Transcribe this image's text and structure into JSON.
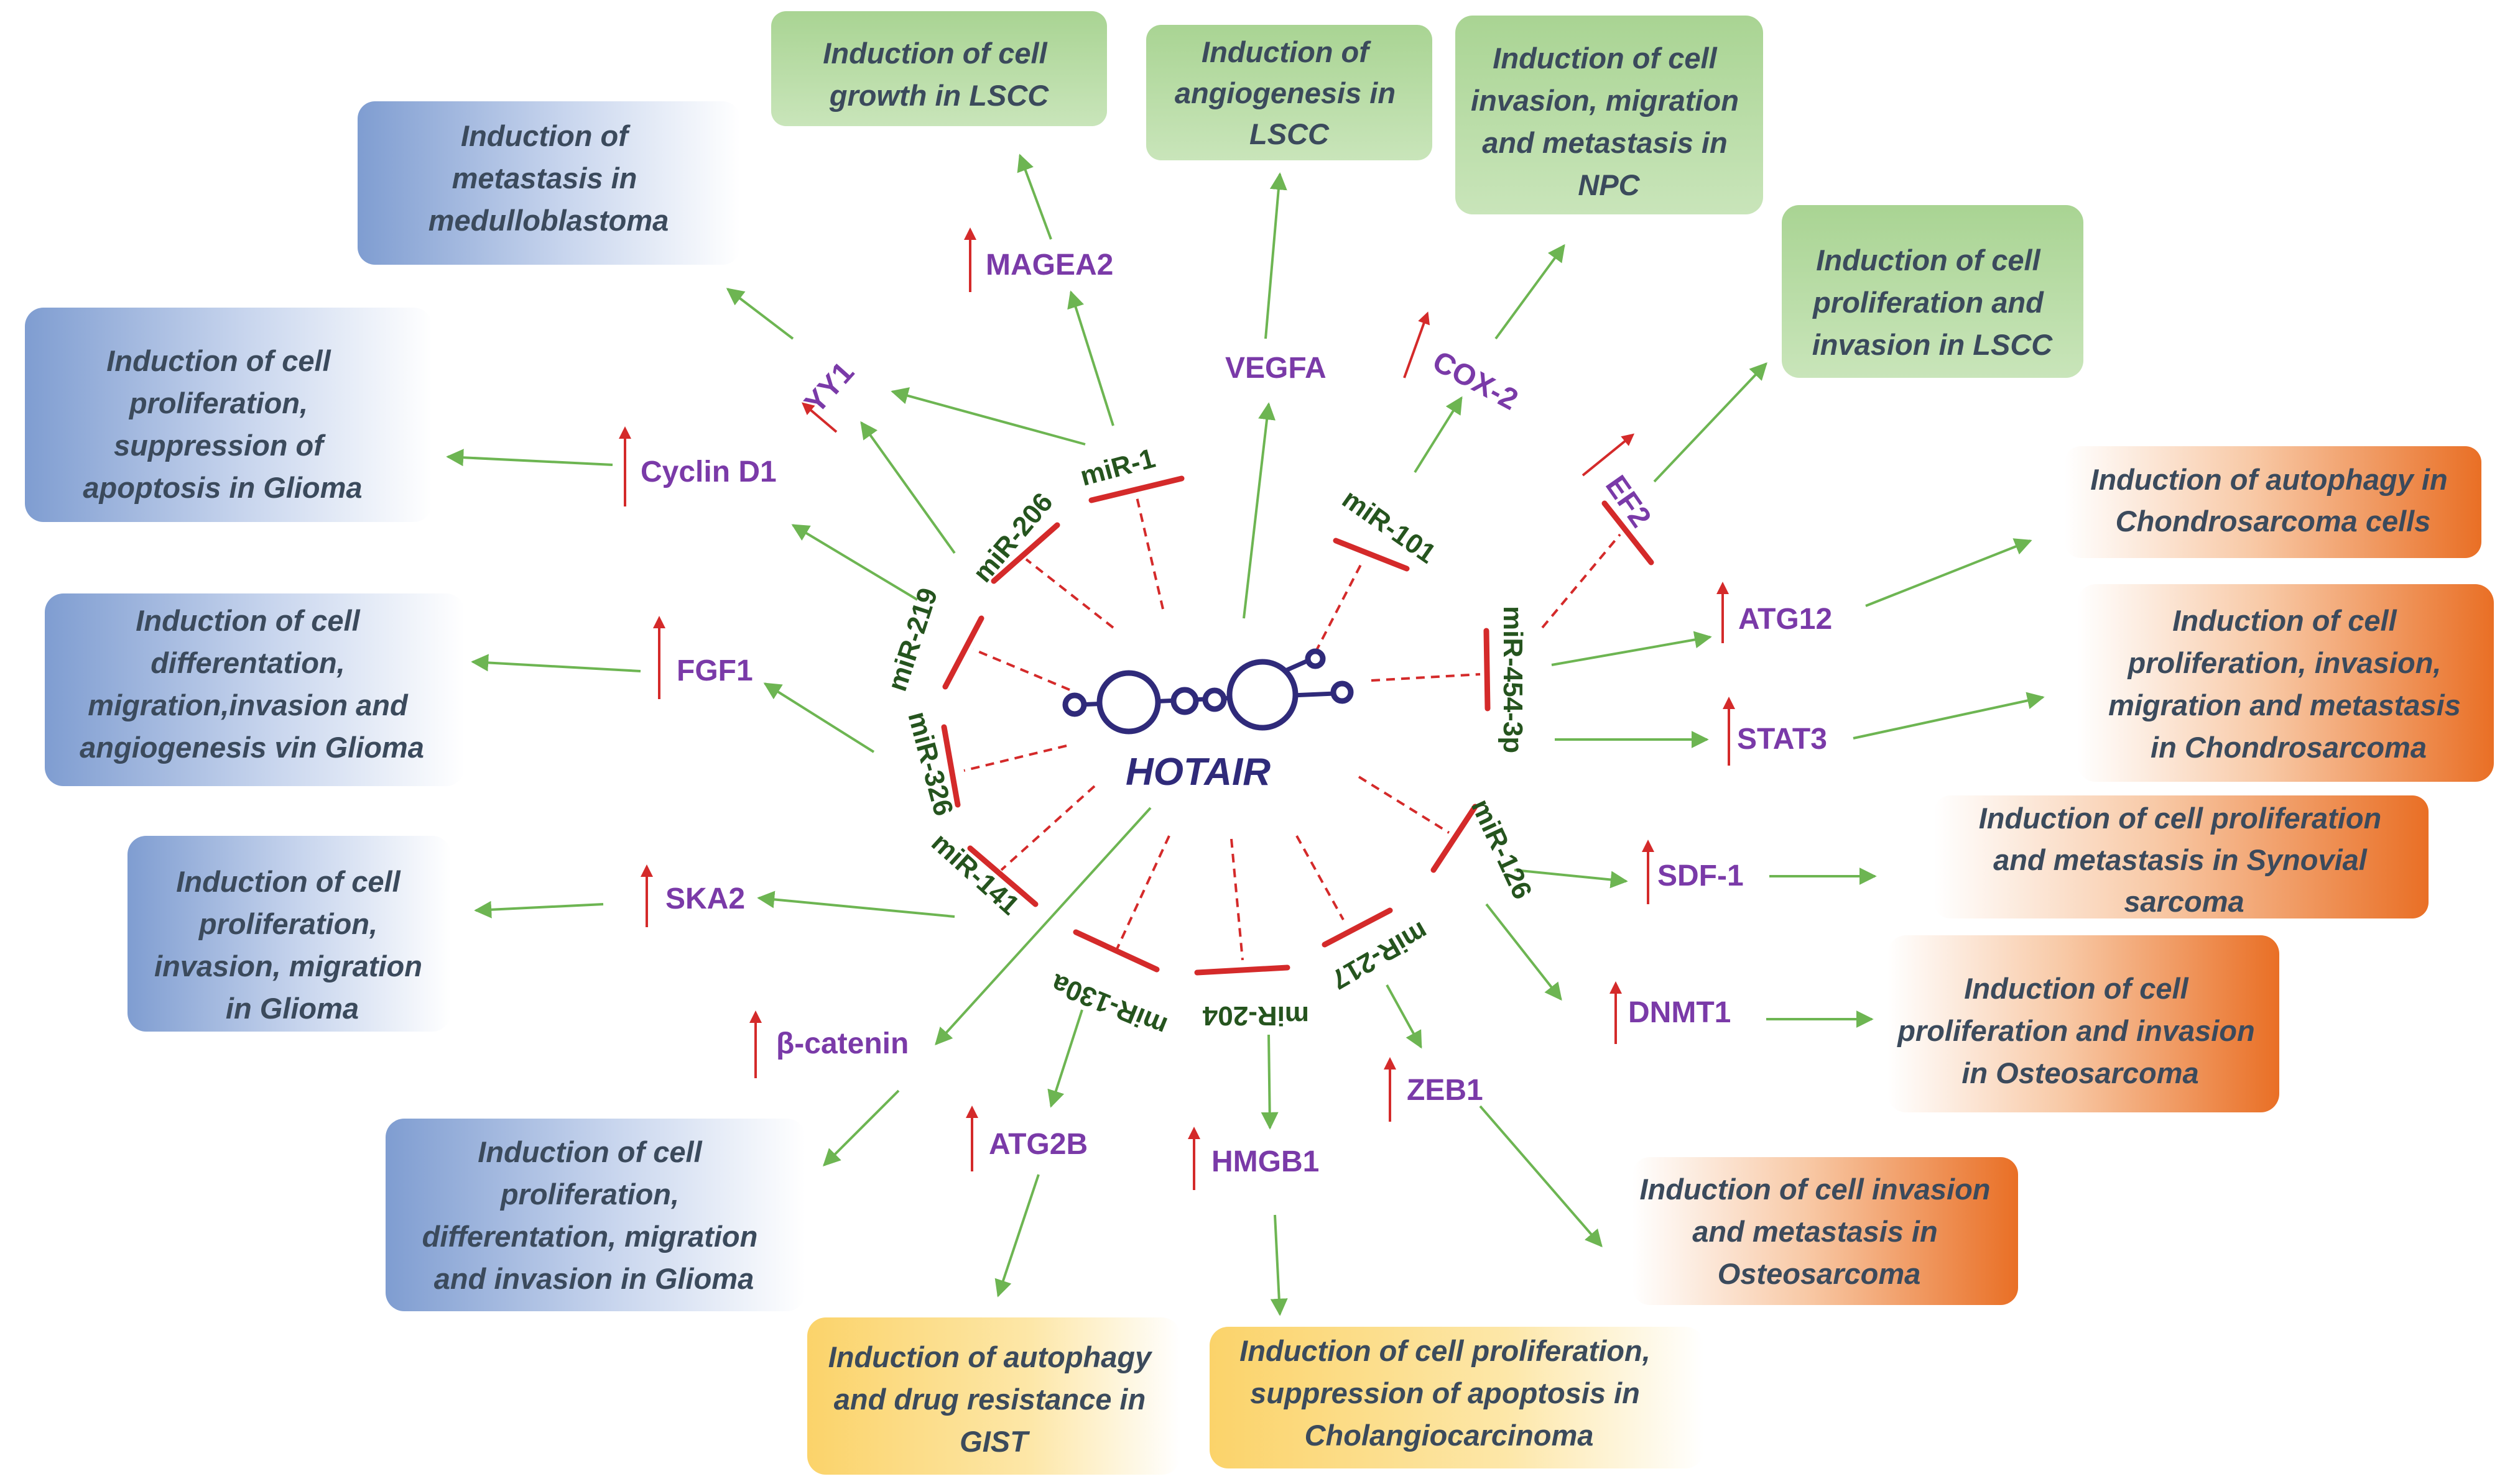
{
  "center": {
    "label": "HOTAIR"
  },
  "boxes": [
    {
      "id": "medullo",
      "theme": "blue",
      "lines": [
        "Induction of",
        "metastasis in",
        "medulloblastoma"
      ]
    },
    {
      "id": "lscc-growth",
      "theme": "green",
      "lines": [
        "Induction of cell",
        "growth in LSCC"
      ]
    },
    {
      "id": "lscc-angio",
      "theme": "green",
      "lines": [
        "Induction of",
        "angiogenesis in",
        "LSCC"
      ]
    },
    {
      "id": "npc",
      "theme": "green",
      "lines": [
        "Induction of cell",
        "invasion, migration",
        "and metastasis in",
        "NPC"
      ]
    },
    {
      "id": "lscc-prolif",
      "theme": "green",
      "lines": [
        "Induction of cell",
        "proliferation and",
        "invasion in LSCC"
      ]
    },
    {
      "id": "glioma-cyclin",
      "theme": "blue",
      "lines": [
        "Induction of cell",
        "proliferation,",
        "suppression of",
        "apoptosis in Glioma"
      ]
    },
    {
      "id": "glioma-fgf1",
      "theme": "blue",
      "lines": [
        "Induction of cell",
        "differentation,",
        "migration,invasion and",
        "angiogenesis vin Glioma"
      ]
    },
    {
      "id": "glioma-ska2",
      "theme": "blue",
      "lines": [
        "Induction of cell",
        "proliferation,",
        "invasion, migration",
        "in Glioma"
      ]
    },
    {
      "id": "glioma-bcat",
      "theme": "blue",
      "lines": [
        "Induction of cell",
        "proliferation,",
        "differentation, migration",
        "and invasion in Glioma"
      ]
    },
    {
      "id": "chondro-autophagy",
      "theme": "orange",
      "lines": [
        "Induction of autophagy in",
        "Chondrosarcoma cells"
      ]
    },
    {
      "id": "chondro-prolif",
      "theme": "orange",
      "lines": [
        "Induction of cell",
        "proliferation, invasion,",
        "migration and metastasis",
        "in Chondrosarcoma"
      ]
    },
    {
      "id": "synovial",
      "theme": "orange",
      "lines": [
        "Induction of cell proliferation",
        "and metastasis in Synovial",
        "sarcoma"
      ]
    },
    {
      "id": "osteo-prolif",
      "theme": "orange",
      "lines": [
        "Induction of cell",
        "proliferation and invasion",
        "in Osteosarcoma"
      ]
    },
    {
      "id": "osteo-invasion",
      "theme": "orange",
      "lines": [
        "Induction of cell invasion",
        "and metastasis in",
        "Osteosarcoma"
      ]
    },
    {
      "id": "gist",
      "theme": "yellow",
      "lines": [
        "Induction of  autophagy",
        "and drug resistance in",
        "GIST"
      ]
    },
    {
      "id": "cholangio",
      "theme": "yellow",
      "lines": [
        "Induction of cell proliferation,",
        "suppression of apoptosis in",
        "Cholangiocarcinoma"
      ]
    }
  ],
  "targets": [
    {
      "id": "magea2",
      "label": "MAGEA2"
    },
    {
      "id": "vegfa",
      "label": "VEGFA"
    },
    {
      "id": "cox2",
      "label": "COX-2"
    },
    {
      "id": "yy1",
      "label": "YY1"
    },
    {
      "id": "cyclind1",
      "label": "Cyclin D1"
    },
    {
      "id": "ef2",
      "label": "EF2"
    },
    {
      "id": "fgf1",
      "label": "FGF1"
    },
    {
      "id": "atg12",
      "label": "ATG12"
    },
    {
      "id": "stat3",
      "label": "STAT3"
    },
    {
      "id": "ska2",
      "label": "SKA2"
    },
    {
      "id": "sdf1",
      "label": "SDF-1"
    },
    {
      "id": "dnmt1",
      "label": "DNMT1"
    },
    {
      "id": "bcatenin",
      "label": "β-catenin"
    },
    {
      "id": "atg2b",
      "label": "ATG2B"
    },
    {
      "id": "hmgb1",
      "label": "HMGB1"
    },
    {
      "id": "zeb1",
      "label": "ZEB1"
    }
  ],
  "mirnas": [
    {
      "id": "mir1",
      "label": "miR-1"
    },
    {
      "id": "mir206",
      "label": "miR-206"
    },
    {
      "id": "mir101",
      "label": "miR-101"
    },
    {
      "id": "mir219",
      "label": "miR-219"
    },
    {
      "id": "mir454",
      "label": "miR-454-3p"
    },
    {
      "id": "mir326",
      "label": "miR-326"
    },
    {
      "id": "mir126",
      "label": "miR-126"
    },
    {
      "id": "mir141",
      "label": "miR-141"
    },
    {
      "id": "mir217",
      "label": "miR-217"
    },
    {
      "id": "mir130a",
      "label": "miR-130a"
    },
    {
      "id": "mir204",
      "label": "miR-204"
    }
  ],
  "colors": {
    "arrow_green": "#6db552",
    "inhibit_red": "#d42a2a",
    "up_arrow_red": "#d42a2a",
    "hotair_navy": "#2f2a7a",
    "blue_box": "#8aa4d4",
    "green_box": "#b2d7a1",
    "orange_box": "#ea7a33",
    "yellow_box": "#fbd676"
  }
}
